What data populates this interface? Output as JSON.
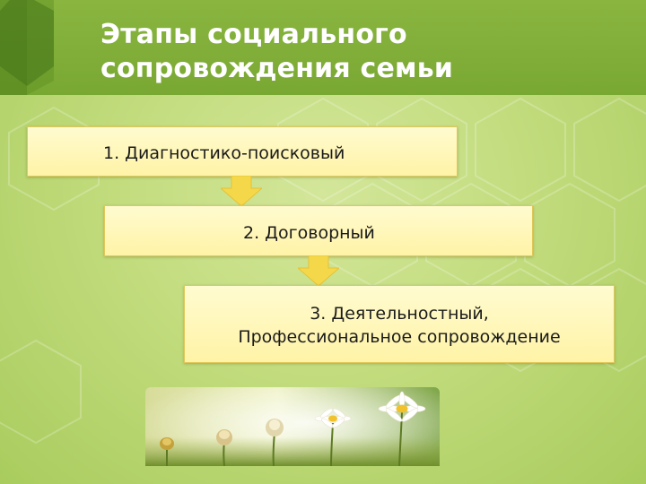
{
  "title": {
    "line1": "Этапы социального",
    "line2": "сопровождения семьи"
  },
  "steps": [
    {
      "text": "1. Диагностико-поисковый"
    },
    {
      "text": "2. Договорный"
    },
    {
      "line1": "3. Деятельностный,",
      "line2": "Профессиональное сопровождение"
    }
  ],
  "colors": {
    "background": "#c2dc7d",
    "title_bar": "#7fae37",
    "box_fill": "#fff4a8",
    "box_border": "#e0c75a",
    "arrow": "#f5d84a"
  },
  "icons": [
    "down-arrow-icon",
    "flower-photo"
  ]
}
